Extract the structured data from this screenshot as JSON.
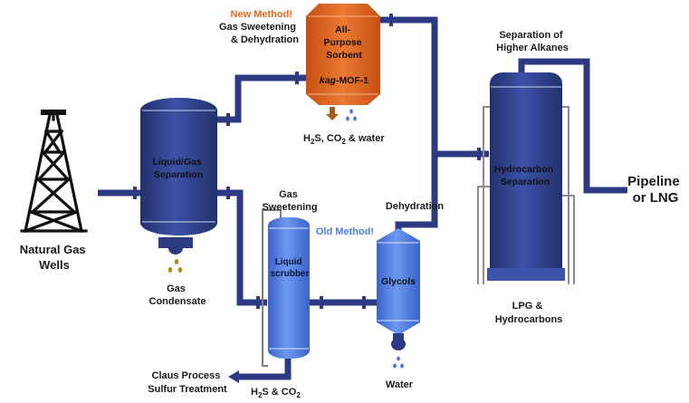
{
  "labels": {
    "natural_gas_wells": [
      "Natural Gas",
      "Wells"
    ],
    "liquid_gas_separation": [
      "Liquid/Gas",
      "Separation"
    ],
    "gas_condensate": [
      "Gas",
      "Condensate"
    ],
    "new_method": "New Method!",
    "gas_sweetening_dehydration": [
      "Gas Sweetening",
      "& Dehydration"
    ],
    "sorbent": [
      "All-",
      "Purpose",
      "Sorbent"
    ],
    "mof_italic": "kag",
    "mof_rest": "-MOF-1",
    "h2s_co2_water_prefix": "H",
    "h2s_co2_water_sub1": "2",
    "h2s_co2_water_mid": "S, CO",
    "h2s_co2_water_sub2": "2",
    "h2s_co2_water_suffix": " & water",
    "gas_sweetening": [
      "Gas",
      "Sweetening"
    ],
    "liquid_scrubber": [
      "Liquid",
      "scrubber"
    ],
    "old_method": "Old Method!",
    "dehydration": "Dehydration",
    "glycols": "Glycols",
    "water": "Water",
    "claus": [
      "Claus Process",
      "Sulfur Treatment"
    ],
    "h2s_co2_prefix": "H",
    "h2s_co2_sub1": "2",
    "h2s_co2_mid": "S & CO",
    "h2s_co2_sub2": "2",
    "separation_higher_alkanes": [
      "Separation of",
      "Higher Alkanes"
    ],
    "hydrocarbon_separation": [
      "Hydrocarbon",
      "Separation"
    ],
    "lpg": [
      "LPG &",
      "Hydrocarbons"
    ],
    "pipeline": [
      "Pipeline",
      "or LNG"
    ]
  },
  "colors": {
    "pipe": "#2b3a82",
    "tower_dark": "#2f418e",
    "tower_light": "#4a78e0",
    "sorbent": "#e0631f",
    "new_method": "#e06a1c",
    "old_method": "#4a7fe0",
    "condensate_drop": "#b8860b",
    "water_drop": "#3f74d6"
  },
  "icons": [
    "oil-derrick-icon",
    "arrow-down-icon",
    "arrow-left-icon",
    "droplet-icon"
  ]
}
